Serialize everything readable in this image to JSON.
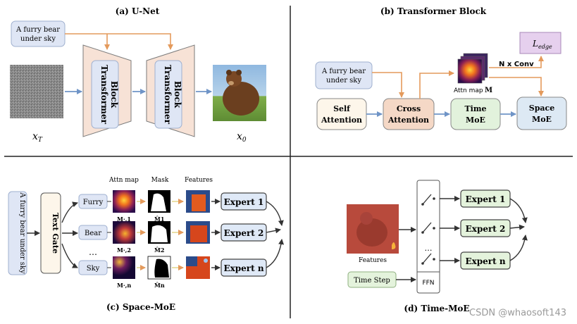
{
  "panel_a": {
    "title": "(a) U-Net",
    "prompt_line1": "A furry bear",
    "prompt_line2": "under sky",
    "block_label_line1": "Transformer",
    "block_label_line2": "Block",
    "input_label": "x",
    "input_sub": "T",
    "output_label": "x",
    "output_sub": "0"
  },
  "panel_b": {
    "title": "(b) Transformer Block",
    "prompt_line1": "A furry bear",
    "prompt_line2": "under sky",
    "self_attention_line1": "Self",
    "self_attention_line2": "Attention",
    "cross_attention_line1": "Cross",
    "cross_attention_line2": "Attention",
    "time_moe_line1": "Time",
    "time_moe_line2": "MoE",
    "space_moe_line1": "Space",
    "space_moe_line2": "MoE",
    "attn_map_label": "Attn map",
    "attn_map_symbol": "M",
    "conv_label": "N x Conv",
    "edge_loss": "L",
    "edge_loss_sub": "edge"
  },
  "panel_c": {
    "title": "(c) Space-MoE",
    "prompt": "A furry bear under sky",
    "text_gate": "Text Gate",
    "col_attn": "Attn map",
    "col_mask": "Mask",
    "col_features": "Features",
    "tokens": [
      "Furry",
      "Bear",
      "Sky"
    ],
    "ellipsis": "…",
    "attn_labels": [
      "M·,1",
      "M·,2",
      "M·,n"
    ],
    "mask_labels": [
      "M̂1",
      "M̂2",
      "M̂n"
    ],
    "experts": [
      "Expert 1",
      "Expert 2",
      "Expert n"
    ]
  },
  "panel_d": {
    "title": "(d) Time-MoE",
    "features_label": "Features",
    "time_step": "Time Step",
    "ffn": "FFN",
    "ellipsis": "…",
    "experts": [
      "Expert 1",
      "Expert 2",
      "Expert n"
    ]
  },
  "watermark": "CSDN @whaosoft143",
  "colors": {
    "prompt_fill": "#dfe6f5",
    "block_fill": "#f7e2d6",
    "cross_fill": "#f5d8c6",
    "time_fill": "#e2f2dc",
    "space_fill": "#dde9f4",
    "self_fill": "#fdf6ea",
    "edge_fill": "#e6d0ee",
    "expert_blue": "#dfe9f7",
    "expert_green": "#e4f3dc",
    "arrow_orange": "#e49a5c",
    "arrow_blue": "#6f94c7",
    "arrow_dark": "#333333"
  }
}
